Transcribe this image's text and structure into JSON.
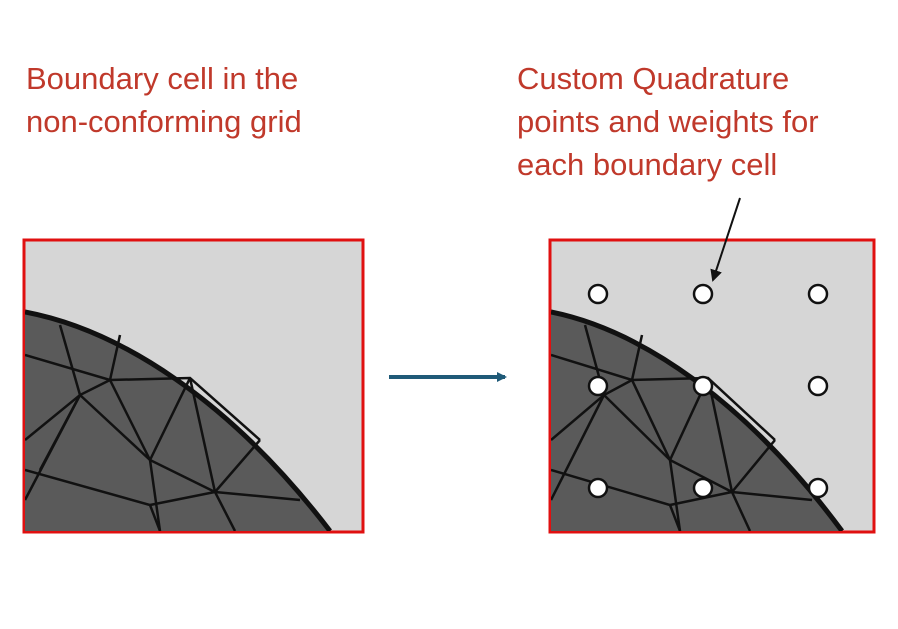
{
  "left_panel": {
    "caption": "Boundary cell in the\nnon-conforming grid"
  },
  "right_panel": {
    "caption": "Custom Quadrature\npoints and weights for\neach boundary cell",
    "quadrature_point_count": 9
  },
  "colors": {
    "caption_text": "#c0392b",
    "cell_border": "#e01010",
    "cell_fill": "#d6d6d6",
    "mesh_fill": "#5a5a5a",
    "mesh_edge": "#111111",
    "flow_arrow": "#1f5a78",
    "pointer_arrow": "#111111"
  }
}
